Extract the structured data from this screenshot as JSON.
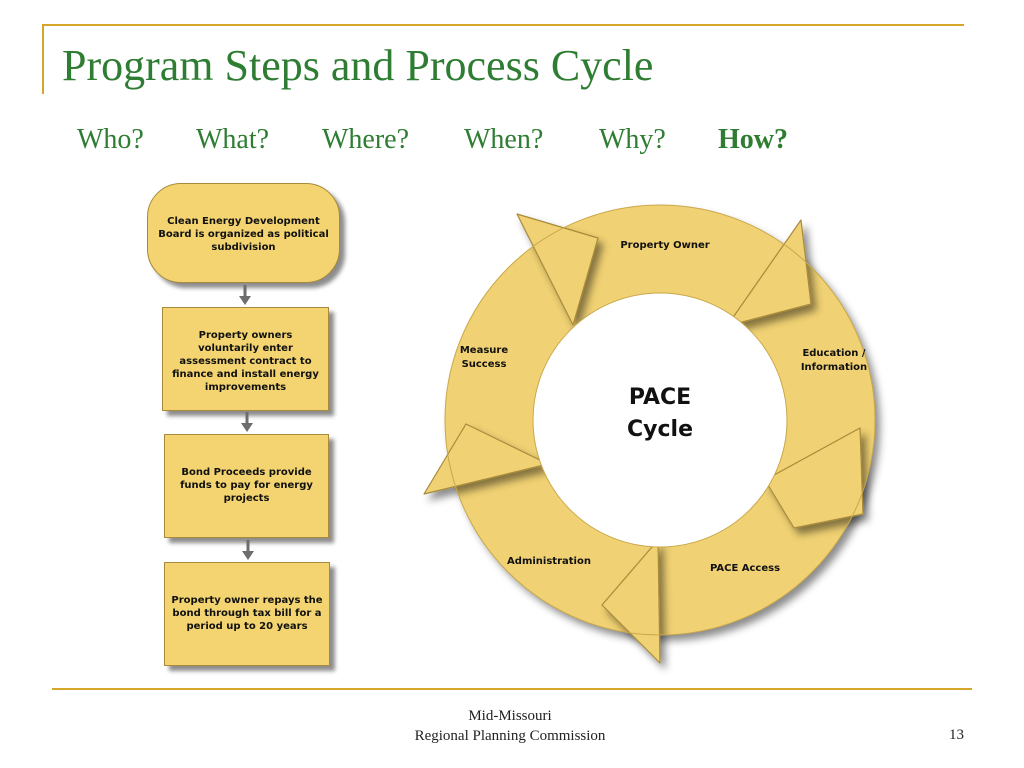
{
  "slide": {
    "title": "Program Steps and Process Cycle",
    "questions": [
      "Who?",
      "What?",
      "Where?",
      "When?",
      "Why?",
      "How?"
    ]
  },
  "flowchart": {
    "steps": [
      "Clean Energy Development Board is organized as political subdivision",
      "Property owners voluntarily enter assessment contract to finance and install energy improvements",
      "Bond Proceeds provide funds to pay for energy projects",
      "Property owner repays the bond through tax bill for a period up to 20 years"
    ]
  },
  "cycle": {
    "center_line1": "PACE",
    "center_line2": "Cycle",
    "stages": {
      "property_owner": "Property Owner",
      "education": "Education / Information",
      "pace_access": "PACE Access",
      "administration": "Administration",
      "measure_success": "Measure Success"
    }
  },
  "footer": {
    "org_line1": "Mid-Missouri",
    "org_line2": "Regional Planning Commission",
    "page_number": "13"
  },
  "colors": {
    "title_green": "#2e7d32",
    "accent_gold": "#d4a62a",
    "box_fill": "#f3d470",
    "box_border": "#a88a3a"
  },
  "icons": [
    "down-arrow-icon"
  ]
}
